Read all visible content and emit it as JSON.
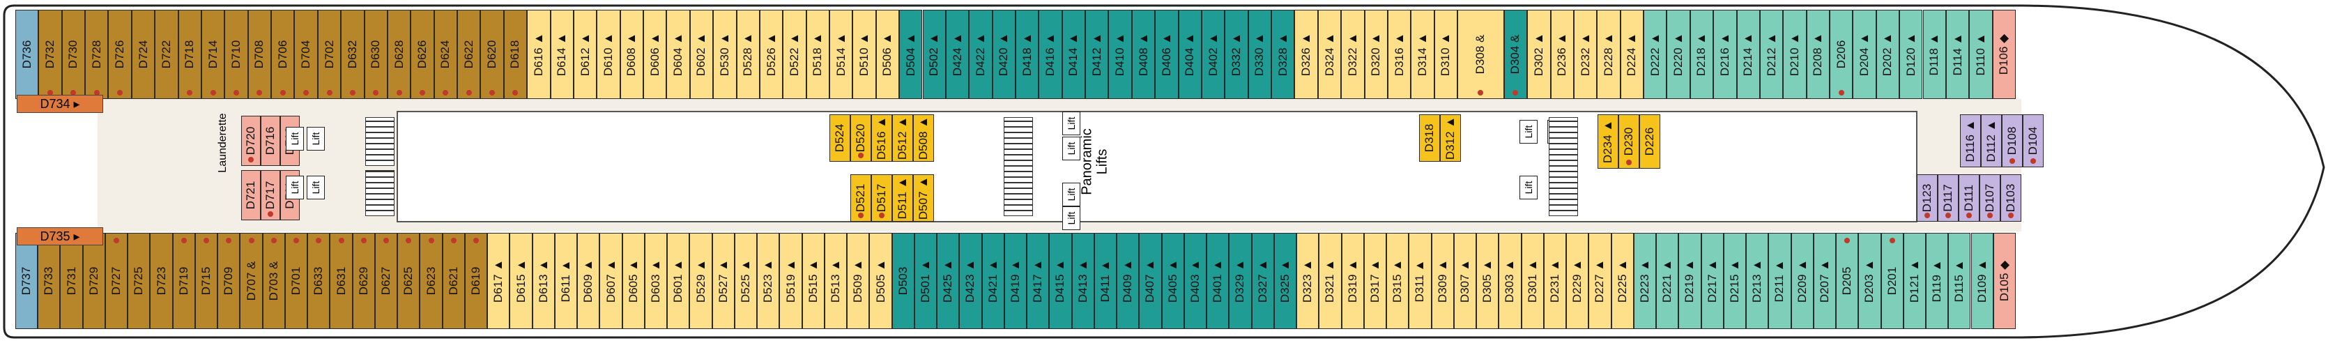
{
  "colors": {
    "brown": "#b8862a",
    "yellow": "#ffe08a",
    "teal": "#1f9c94",
    "mint": "#7ecfb9",
    "gold": "#f6c21c",
    "pink": "#f4ac9f",
    "lavender": "#c3b5e0",
    "blue": "#7fb3cc",
    "orange": "#e07a3a",
    "corridor": "#f4efe6"
  },
  "tags": {
    "top": "D734",
    "bottom": "D735"
  },
  "labels": {
    "panoramic": "Panoramic",
    "lifts": "Lifts",
    "lift": "Lift",
    "launderette": "Launderette"
  },
  "top_row": [
    {
      "id": "D736",
      "c": "blue",
      "m": "",
      "dot": false
    },
    {
      "id": "D732",
      "c": "brown",
      "m": "",
      "dot": true
    },
    {
      "id": "D730",
      "c": "brown",
      "m": "",
      "dot": true
    },
    {
      "id": "D728",
      "c": "brown",
      "m": "",
      "dot": true
    },
    {
      "id": "D726",
      "c": "brown",
      "m": "",
      "dot": true
    },
    {
      "id": "D724",
      "c": "brown",
      "m": "",
      "dot": false
    },
    {
      "id": "D722",
      "c": "brown",
      "m": "",
      "dot": false
    },
    {
      "id": "D718",
      "c": "brown",
      "m": "",
      "dot": true
    },
    {
      "id": "D714",
      "c": "brown",
      "m": "",
      "dot": true
    },
    {
      "id": "D710",
      "c": "brown",
      "m": "",
      "dot": true
    },
    {
      "id": "D708",
      "c": "brown",
      "m": "",
      "dot": true
    },
    {
      "id": "D706",
      "c": "brown",
      "m": "",
      "dot": true
    },
    {
      "id": "D704",
      "c": "brown",
      "m": "",
      "dot": true
    },
    {
      "id": "D702",
      "c": "brown",
      "m": "",
      "dot": true
    },
    {
      "id": "D632",
      "c": "brown",
      "m": "",
      "dot": true
    },
    {
      "id": "D630",
      "c": "brown",
      "m": "",
      "dot": true
    },
    {
      "id": "D628",
      "c": "brown",
      "m": "",
      "dot": true
    },
    {
      "id": "D626",
      "c": "brown",
      "m": "",
      "dot": true
    },
    {
      "id": "D624",
      "c": "brown",
      "m": "",
      "dot": true
    },
    {
      "id": "D622",
      "c": "brown",
      "m": "",
      "dot": true
    },
    {
      "id": "D620",
      "c": "brown",
      "m": "",
      "dot": true
    },
    {
      "id": "D618",
      "c": "brown",
      "m": "",
      "dot": true
    },
    {
      "id": "D616",
      "c": "yellow",
      "m": "▲",
      "dot": false
    },
    {
      "id": "D614",
      "c": "yellow",
      "m": "▲",
      "dot": false
    },
    {
      "id": "D612",
      "c": "yellow",
      "m": "▲",
      "dot": false
    },
    {
      "id": "D610",
      "c": "yellow",
      "m": "▲",
      "dot": false
    },
    {
      "id": "D608",
      "c": "yellow",
      "m": "▲",
      "dot": false
    },
    {
      "id": "D606",
      "c": "yellow",
      "m": "▲",
      "dot": false
    },
    {
      "id": "D604",
      "c": "yellow",
      "m": "▲",
      "dot": false
    },
    {
      "id": "D602",
      "c": "yellow",
      "m": "▲",
      "dot": false
    },
    {
      "id": "D530",
      "c": "yellow",
      "m": "▲",
      "dot": false
    },
    {
      "id": "D528",
      "c": "yellow",
      "m": "▲",
      "dot": false
    },
    {
      "id": "D526",
      "c": "yellow",
      "m": "▲",
      "dot": false
    },
    {
      "id": "D522",
      "c": "yellow",
      "m": "▲",
      "dot": false
    },
    {
      "id": "D518",
      "c": "yellow",
      "m": "▲",
      "dot": false
    },
    {
      "id": "D514",
      "c": "yellow",
      "m": "▲",
      "dot": false
    },
    {
      "id": "D510",
      "c": "yellow",
      "m": "▲",
      "dot": false
    },
    {
      "id": "D506",
      "c": "yellow",
      "m": "▲",
      "dot": false
    },
    {
      "id": "D504",
      "c": "teal",
      "m": "▲",
      "dot": false
    },
    {
      "id": "D502",
      "c": "teal",
      "m": "▲",
      "dot": false
    },
    {
      "id": "D424",
      "c": "teal",
      "m": "▲",
      "dot": false
    },
    {
      "id": "D422",
      "c": "teal",
      "m": "▲",
      "dot": false
    },
    {
      "id": "D420",
      "c": "teal",
      "m": "▲",
      "dot": false
    },
    {
      "id": "D418",
      "c": "teal",
      "m": "▲",
      "dot": false
    },
    {
      "id": "D416",
      "c": "teal",
      "m": "▲",
      "dot": false
    },
    {
      "id": "D414",
      "c": "teal",
      "m": "▲",
      "dot": false
    },
    {
      "id": "D412",
      "c": "teal",
      "m": "▲",
      "dot": false
    },
    {
      "id": "D410",
      "c": "teal",
      "m": "▲",
      "dot": false
    },
    {
      "id": "D408",
      "c": "teal",
      "m": "▲",
      "dot": false
    },
    {
      "id": "D406",
      "c": "teal",
      "m": "▲",
      "dot": false
    },
    {
      "id": "D404",
      "c": "teal",
      "m": "▲",
      "dot": false
    },
    {
      "id": "D402",
      "c": "teal",
      "m": "▲",
      "dot": false
    },
    {
      "id": "D332",
      "c": "teal",
      "m": "▲",
      "dot": false
    },
    {
      "id": "D330",
      "c": "teal",
      "m": "▲",
      "dot": false
    },
    {
      "id": "D328",
      "c": "teal",
      "m": "▲",
      "dot": false
    },
    {
      "id": "D326",
      "c": "yellow",
      "m": "▲",
      "dot": false
    },
    {
      "id": "D324",
      "c": "yellow",
      "m": "▲",
      "dot": false
    },
    {
      "id": "D322",
      "c": "yellow",
      "m": "▲",
      "dot": false
    },
    {
      "id": "D320",
      "c": "yellow",
      "m": "▲",
      "dot": false
    },
    {
      "id": "D316",
      "c": "yellow",
      "m": "▲",
      "dot": false
    },
    {
      "id": "D314",
      "c": "yellow",
      "m": "▲",
      "dot": false
    },
    {
      "id": "D310",
      "c": "yellow",
      "m": "▲",
      "dot": false
    },
    {
      "id": "D308",
      "c": "yellow",
      "m": "&",
      "dot": true,
      "w": 2
    },
    {
      "id": "D304",
      "c": "teal",
      "m": "&",
      "dot": true
    },
    {
      "id": "D302",
      "c": "yellow",
      "m": "▲",
      "dot": false
    },
    {
      "id": "D236",
      "c": "yellow",
      "m": "▲",
      "dot": false
    },
    {
      "id": "D232",
      "c": "yellow",
      "m": "▲",
      "dot": false
    },
    {
      "id": "D228",
      "c": "yellow",
      "m": "▲",
      "dot": false
    },
    {
      "id": "D224",
      "c": "yellow",
      "m": "▲",
      "dot": false
    },
    {
      "id": "D222",
      "c": "mint",
      "m": "▲",
      "dot": false
    },
    {
      "id": "D220",
      "c": "mint",
      "m": "▲",
      "dot": false
    },
    {
      "id": "D218",
      "c": "mint",
      "m": "▲",
      "dot": false
    },
    {
      "id": "D216",
      "c": "mint",
      "m": "▲",
      "dot": false
    },
    {
      "id": "D214",
      "c": "mint",
      "m": "▲",
      "dot": false
    },
    {
      "id": "D212",
      "c": "mint",
      "m": "▲",
      "dot": false
    },
    {
      "id": "D210",
      "c": "mint",
      "m": "▲",
      "dot": false
    },
    {
      "id": "D208",
      "c": "mint",
      "m": "▲",
      "dot": false
    },
    {
      "id": "D206",
      "c": "mint",
      "m": "",
      "dot": true
    },
    {
      "id": "D204",
      "c": "mint",
      "m": "▲",
      "dot": false
    },
    {
      "id": "D202",
      "c": "mint",
      "m": "▲",
      "dot": false
    },
    {
      "id": "D120",
      "c": "mint",
      "m": "▲",
      "dot": false
    },
    {
      "id": "D118",
      "c": "mint",
      "m": "▲",
      "dot": false
    },
    {
      "id": "D114",
      "c": "mint",
      "m": "▲",
      "dot": false
    },
    {
      "id": "D110",
      "c": "mint",
      "m": "▲",
      "dot": false
    },
    {
      "id": "D106",
      "c": "pink",
      "m": "◆",
      "dot": false
    }
  ],
  "bottom_row": [
    {
      "id": "D737",
      "c": "blue",
      "m": "",
      "dot": false
    },
    {
      "id": "D733",
      "c": "brown",
      "m": "",
      "dot": true
    },
    {
      "id": "D731",
      "c": "brown",
      "m": "",
      "dot": true
    },
    {
      "id": "D729",
      "c": "brown",
      "m": "",
      "dot": true
    },
    {
      "id": "D727",
      "c": "brown",
      "m": "",
      "dot": true
    },
    {
      "id": "D725",
      "c": "brown",
      "m": "",
      "dot": false
    },
    {
      "id": "D723",
      "c": "brown",
      "m": "",
      "dot": false
    },
    {
      "id": "D719",
      "c": "brown",
      "m": "",
      "dot": true
    },
    {
      "id": "D715",
      "c": "brown",
      "m": "",
      "dot": true
    },
    {
      "id": "D709",
      "c": "brown",
      "m": "",
      "dot": true
    },
    {
      "id": "D707",
      "c": "brown",
      "m": "&",
      "dot": true
    },
    {
      "id": "D703",
      "c": "brown",
      "m": "&",
      "dot": true
    },
    {
      "id": "D701",
      "c": "brown",
      "m": "",
      "dot": true
    },
    {
      "id": "D633",
      "c": "brown",
      "m": "",
      "dot": true
    },
    {
      "id": "D631",
      "c": "brown",
      "m": "",
      "dot": true
    },
    {
      "id": "D629",
      "c": "brown",
      "m": "",
      "dot": true
    },
    {
      "id": "D627",
      "c": "brown",
      "m": "",
      "dot": true
    },
    {
      "id": "D625",
      "c": "brown",
      "m": "",
      "dot": true
    },
    {
      "id": "D623",
      "c": "brown",
      "m": "",
      "dot": true
    },
    {
      "id": "D621",
      "c": "brown",
      "m": "",
      "dot": true
    },
    {
      "id": "D619",
      "c": "brown",
      "m": "",
      "dot": true
    },
    {
      "id": "D617",
      "c": "yellow",
      "m": "▲",
      "dot": false
    },
    {
      "id": "D615",
      "c": "yellow",
      "m": "▲",
      "dot": false
    },
    {
      "id": "D613",
      "c": "yellow",
      "m": "▲",
      "dot": false
    },
    {
      "id": "D611",
      "c": "yellow",
      "m": "▲",
      "dot": false
    },
    {
      "id": "D609",
      "c": "yellow",
      "m": "▲",
      "dot": false
    },
    {
      "id": "D607",
      "c": "yellow",
      "m": "▲",
      "dot": false
    },
    {
      "id": "D605",
      "c": "yellow",
      "m": "▲",
      "dot": false
    },
    {
      "id": "D603",
      "c": "yellow",
      "m": "▲",
      "dot": false
    },
    {
      "id": "D601",
      "c": "yellow",
      "m": "▲",
      "dot": false
    },
    {
      "id": "D529",
      "c": "yellow",
      "m": "▲",
      "dot": false
    },
    {
      "id": "D527",
      "c": "yellow",
      "m": "▲",
      "dot": false
    },
    {
      "id": "D525",
      "c": "yellow",
      "m": "▲",
      "dot": false
    },
    {
      "id": "D523",
      "c": "yellow",
      "m": "▲",
      "dot": false
    },
    {
      "id": "D519",
      "c": "yellow",
      "m": "▲",
      "dot": false
    },
    {
      "id": "D515",
      "c": "yellow",
      "m": "▲",
      "dot": false
    },
    {
      "id": "D513",
      "c": "yellow",
      "m": "▲",
      "dot": false
    },
    {
      "id": "D509",
      "c": "yellow",
      "m": "▲",
      "dot": false
    },
    {
      "id": "D505",
      "c": "yellow",
      "m": "▲",
      "dot": false
    },
    {
      "id": "D503",
      "c": "teal",
      "m": "",
      "dot": false
    },
    {
      "id": "D501",
      "c": "teal",
      "m": "▲",
      "dot": false
    },
    {
      "id": "D425",
      "c": "teal",
      "m": "▲",
      "dot": false
    },
    {
      "id": "D423",
      "c": "teal",
      "m": "▲",
      "dot": false
    },
    {
      "id": "D421",
      "c": "teal",
      "m": "▲",
      "dot": false
    },
    {
      "id": "D419",
      "c": "teal",
      "m": "▲",
      "dot": false
    },
    {
      "id": "D417",
      "c": "teal",
      "m": "▲",
      "dot": false
    },
    {
      "id": "D415",
      "c": "teal",
      "m": "▲",
      "dot": false
    },
    {
      "id": "D413",
      "c": "teal",
      "m": "▲",
      "dot": false
    },
    {
      "id": "D411",
      "c": "teal",
      "m": "▲",
      "dot": false
    },
    {
      "id": "D409",
      "c": "teal",
      "m": "▲",
      "dot": false
    },
    {
      "id": "D407",
      "c": "teal",
      "m": "▲",
      "dot": false
    },
    {
      "id": "D405",
      "c": "teal",
      "m": "▲",
      "dot": false
    },
    {
      "id": "D403",
      "c": "teal",
      "m": "▲",
      "dot": false
    },
    {
      "id": "D401",
      "c": "teal",
      "m": "▲",
      "dot": false
    },
    {
      "id": "D329",
      "c": "teal",
      "m": "▲",
      "dot": false
    },
    {
      "id": "D327",
      "c": "teal",
      "m": "▲",
      "dot": false
    },
    {
      "id": "D325",
      "c": "teal",
      "m": "▲",
      "dot": false
    },
    {
      "id": "D323",
      "c": "yellow",
      "m": "▲",
      "dot": false
    },
    {
      "id": "D321",
      "c": "yellow",
      "m": "▲",
      "dot": false
    },
    {
      "id": "D319",
      "c": "yellow",
      "m": "▲",
      "dot": false
    },
    {
      "id": "D317",
      "c": "yellow",
      "m": "▲",
      "dot": false
    },
    {
      "id": "D315",
      "c": "yellow",
      "m": "▲",
      "dot": false
    },
    {
      "id": "D311",
      "c": "yellow",
      "m": "▲",
      "dot": false
    },
    {
      "id": "D309",
      "c": "yellow",
      "m": "▲",
      "dot": false
    },
    {
      "id": "D307",
      "c": "yellow",
      "m": "▲",
      "dot": false
    },
    {
      "id": "D305",
      "c": "yellow",
      "m": "▲",
      "dot": false
    },
    {
      "id": "D303",
      "c": "yellow",
      "m": "▲",
      "dot": false
    },
    {
      "id": "D301",
      "c": "yellow",
      "m": "▲",
      "dot": false
    },
    {
      "id": "D231",
      "c": "yellow",
      "m": "▲",
      "dot": false
    },
    {
      "id": "D229",
      "c": "yellow",
      "m": "▲",
      "dot": false
    },
    {
      "id": "D227",
      "c": "yellow",
      "m": "▲",
      "dot": false
    },
    {
      "id": "D225",
      "c": "yellow",
      "m": "▲",
      "dot": false
    },
    {
      "id": "D223",
      "c": "mint",
      "m": "▲",
      "dot": false
    },
    {
      "id": "D221",
      "c": "mint",
      "m": "▲",
      "dot": false
    },
    {
      "id": "D219",
      "c": "mint",
      "m": "▲",
      "dot": false
    },
    {
      "id": "D217",
      "c": "mint",
      "m": "▲",
      "dot": false
    },
    {
      "id": "D215",
      "c": "mint",
      "m": "▲",
      "dot": false
    },
    {
      "id": "D213",
      "c": "mint",
      "m": "▲",
      "dot": false
    },
    {
      "id": "D211",
      "c": "mint",
      "m": "▲",
      "dot": false
    },
    {
      "id": "D209",
      "c": "mint",
      "m": "▲",
      "dot": false
    },
    {
      "id": "D207",
      "c": "mint",
      "m": "▲",
      "dot": false
    },
    {
      "id": "D205",
      "c": "mint",
      "m": "",
      "dot": true
    },
    {
      "id": "D203",
      "c": "mint",
      "m": "▲",
      "dot": false
    },
    {
      "id": "D201",
      "c": "mint",
      "m": "",
      "dot": true
    },
    {
      "id": "D121",
      "c": "mint",
      "m": "▲",
      "dot": false
    },
    {
      "id": "D119",
      "c": "mint",
      "m": "▲",
      "dot": false
    },
    {
      "id": "D115",
      "c": "mint",
      "m": "▲",
      "dot": false
    },
    {
      "id": "D109",
      "c": "mint",
      "m": "▲",
      "dot": false
    },
    {
      "id": "D105",
      "c": "pink",
      "m": "◆",
      "dot": false
    }
  ],
  "inner_blocks": [
    {
      "name": "aft-upper",
      "c": "pink",
      "cells": [
        {
          "id": "D720",
          "m": "",
          "dot": true
        },
        {
          "id": "D716",
          "m": "",
          "dot": false
        },
        {
          "id": "D712",
          "m": "",
          "dot": false
        }
      ]
    },
    {
      "name": "aft-lower",
      "c": "pink",
      "cells": [
        {
          "id": "D721",
          "m": "",
          "dot": false
        },
        {
          "id": "D717",
          "m": "",
          "dot": true
        },
        {
          "id": "D711",
          "m": "",
          "dot": false
        }
      ]
    },
    {
      "name": "mid5-upper",
      "c": "gold",
      "cells": [
        {
          "id": "D524",
          "m": "",
          "dot": false
        },
        {
          "id": "D520",
          "m": "",
          "dot": true
        },
        {
          "id": "D516",
          "m": "▲",
          "dot": false
        },
        {
          "id": "D512",
          "m": "▲",
          "dot": false
        },
        {
          "id": "D508",
          "m": "▲",
          "dot": false
        }
      ]
    },
    {
      "name": "mid5-lower",
      "c": "gold",
      "cells": [
        {
          "id": "D521",
          "m": "",
          "dot": true
        },
        {
          "id": "D517",
          "m": "",
          "dot": true
        },
        {
          "id": "D511",
          "m": "▲",
          "dot": false
        },
        {
          "id": "D507",
          "m": "▲",
          "dot": false
        }
      ]
    },
    {
      "name": "mid3-upper",
      "c": "gold",
      "cells": [
        {
          "id": "D318",
          "m": "",
          "dot": false
        },
        {
          "id": "D312",
          "m": "▲",
          "dot": false
        }
      ]
    },
    {
      "name": "fwd2-upper",
      "c": "gold",
      "cells": [
        {
          "id": "D234",
          "m": "▲",
          "dot": false
        },
        {
          "id": "D230",
          "m": "",
          "dot": true
        },
        {
          "id": "D226",
          "m": "",
          "dot": false
        }
      ]
    },
    {
      "name": "fwd1-upper",
      "c": "lavender",
      "cells": [
        {
          "id": "D116",
          "m": "▲",
          "dot": false
        },
        {
          "id": "D112",
          "m": "▲",
          "dot": false
        },
        {
          "id": "D108",
          "m": "",
          "dot": true
        },
        {
          "id": "D104",
          "m": "",
          "dot": true
        }
      ]
    },
    {
      "name": "fwd1-lower",
      "c": "lavender",
      "cells": [
        {
          "id": "D123",
          "m": "",
          "dot": true
        },
        {
          "id": "D117",
          "m": "",
          "dot": true
        },
        {
          "id": "D111",
          "m": "",
          "dot": true
        },
        {
          "id": "D107",
          "m": "",
          "dot": true
        },
        {
          "id": "D103",
          "m": "",
          "dot": true
        }
      ]
    }
  ]
}
